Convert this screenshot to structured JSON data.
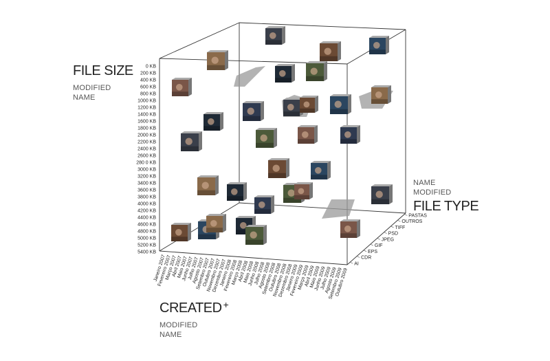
{
  "file_size_axis": {
    "title": "FILE SIZE",
    "alt_options": [
      "MODIFIED",
      "NAME"
    ],
    "ticks": [
      "0 KB",
      "200 KB",
      "400 KB",
      "600 KB",
      "800 KB",
      "1000 KB",
      "1200 KB",
      "1400 KB",
      "1600 KB",
      "1800 KB",
      "2000 KB",
      "2200 KB",
      "2400 KB",
      "2600 KB",
      "280 0 KB",
      "3000 KB",
      "3200 KB",
      "3400 KB",
      "3600 KB",
      "3800 KB",
      "4000 KB",
      "4200 KB",
      "4400 KB",
      "4600 KB",
      "4800 KB",
      "5000 KB",
      "5200 KB",
      "5400 KB"
    ]
  },
  "created_axis": {
    "title": "CREATED",
    "sort_indicator": "+",
    "alt_options": [
      "MODIFIED",
      "NAME"
    ],
    "ticks": [
      "Janeiro 2007",
      "Fevereiro 2007",
      "Março 2007",
      "Abril 2007",
      "Maio 2007",
      "Junho 2007",
      "Julho 2007",
      "Agosto 2007",
      "Setembro 2007",
      "Outubro 2007",
      "Novembro 2007",
      "Dezembro 2007",
      "Janeiro 2008",
      "Fevereiro 2008",
      "Março 2008",
      "Abril 2008",
      "Maio 2008",
      "Junho 2008",
      "Julho 2008",
      "Agosto 2008",
      "Setembro 2008",
      "Outubro 2008",
      "Novembro 2008",
      "Dezembro 2008",
      "Janeiro 2009",
      "Fevereiro 2009",
      "Março 2009",
      "Abril 2009",
      "Maio 2009",
      "Junho 2009",
      "Julho 2009",
      "Agosto 2009",
      "Setembro 2009",
      "Outubro 2009"
    ]
  },
  "file_type_axis": {
    "title": "FILE TYPE",
    "alt_options": [
      "NAME",
      "MODIFIED"
    ],
    "ticks": [
      "AI",
      "CDR",
      "EPS",
      "GIF",
      "JPEG",
      "PSD",
      "TIFF",
      "OUTROS",
      "PASTAS"
    ]
  },
  "colors": {
    "cube_edge": "#333333",
    "plane": "#9a9a9a",
    "thumb_palette": [
      "#3a3f4a",
      "#6b4a34",
      "#2b4660",
      "#8a6a4a",
      "#1f2a36",
      "#4c5a3a",
      "#7a5648",
      "#2f3a50"
    ]
  },
  "icons": [
    "photo-thumbnail-icon",
    "folder-plane-icon"
  ]
}
